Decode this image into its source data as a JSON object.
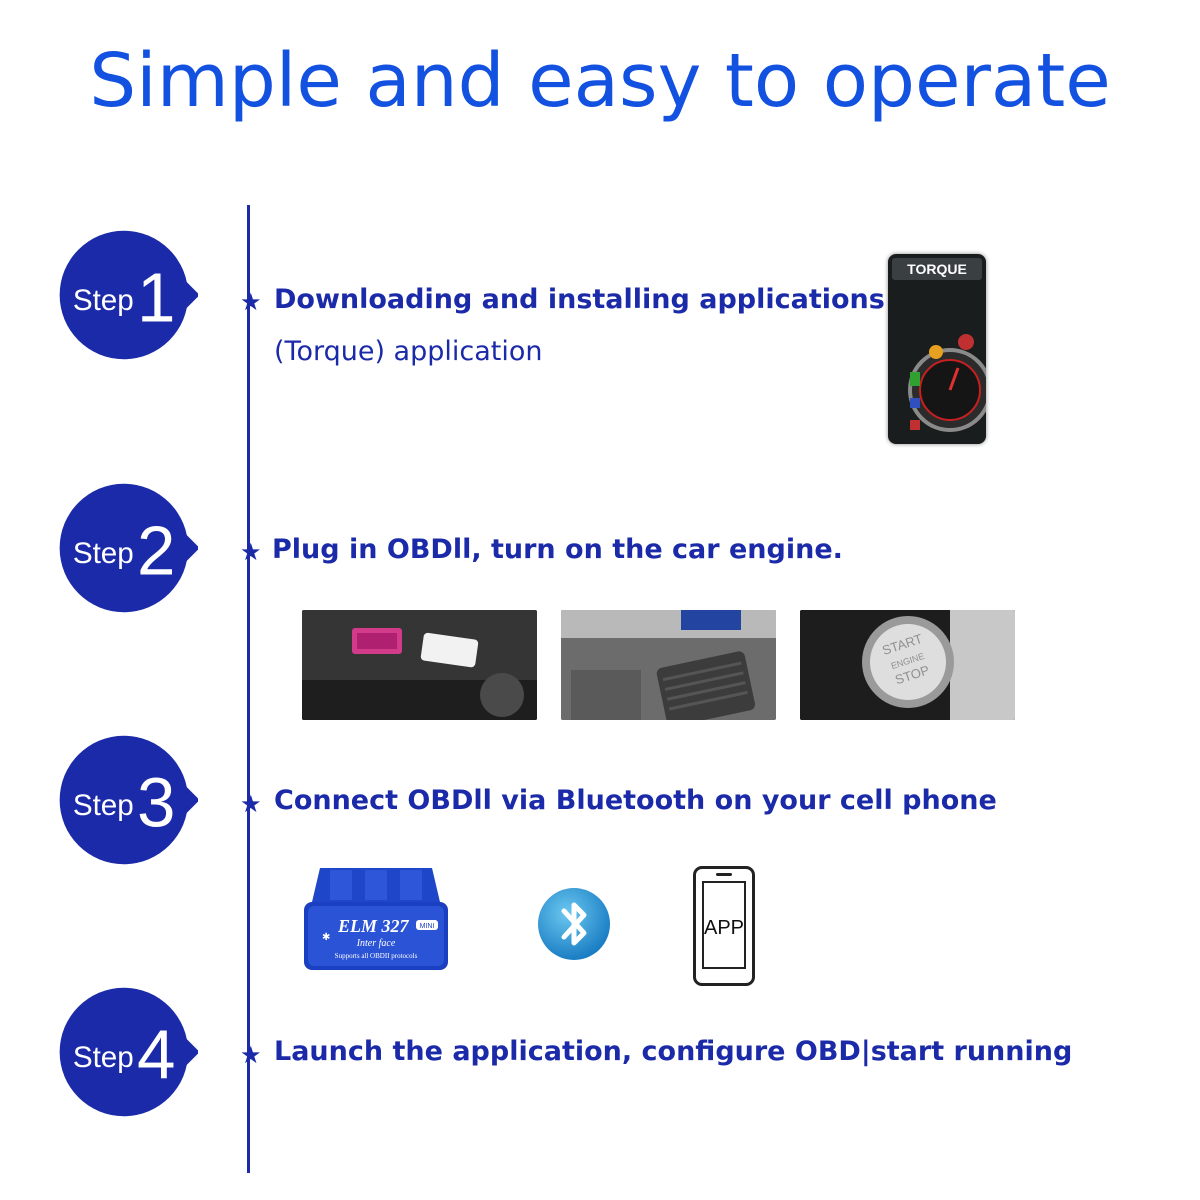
{
  "title": "Simple and easy to operate",
  "colors": {
    "title": "#1351e0",
    "badge": "#1b2aa8",
    "text": "#1b2aa8"
  },
  "steps": [
    {
      "word": "Step",
      "num": "1",
      "heading": "Downloading and installing applications",
      "sub": "(Torque) application"
    },
    {
      "word": "Step",
      "num": "2",
      "heading": "Plug in OBDll, turn on the car engine."
    },
    {
      "word": "Step",
      "num": "3",
      "heading": "Connect OBDll via Bluetooth on your cell phone"
    },
    {
      "word": "Step",
      "num": "4",
      "heading": "Launch the application, configure OBD|start running"
    }
  ],
  "torque": {
    "logo": "TORQUE"
  },
  "photos": {
    "start_button": [
      "START",
      "ENGINE",
      "STOP"
    ]
  },
  "adapter": {
    "brand": "ELM 327",
    "badge": "MINI",
    "line1": "Inter face",
    "line2": "Supports all OBDII protocols"
  },
  "phone": {
    "label": "APP"
  },
  "icons": [
    "star-bullet-icon",
    "bluetooth-icon",
    "phone-icon"
  ]
}
